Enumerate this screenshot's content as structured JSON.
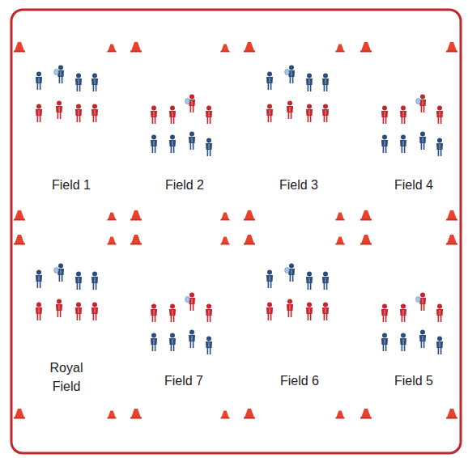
{
  "diagram": {
    "labels": [
      "Field 1",
      "Field 2",
      "Field 3",
      "Field 4",
      "Royal Field",
      "Field 7",
      "Field 6",
      "Field 5"
    ]
  }
}
